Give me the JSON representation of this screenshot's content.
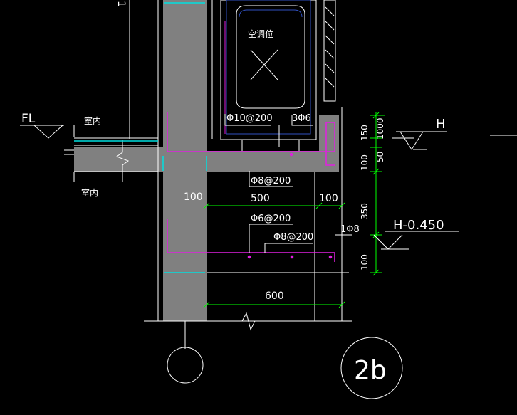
{
  "colors": {
    "background": "#000000",
    "line": "#ffffff",
    "concrete": "#808080",
    "rebar": "#e020e0",
    "dimension": "#00ff00",
    "accent": "#00e0e0",
    "window": "#3050c0",
    "leader_red": "#ff4040"
  },
  "labels": {
    "unit_tag": "空调位",
    "fl": "FL",
    "indoor_top": "室内",
    "indoor_bottom": "室内",
    "h": "H",
    "h_minus": "H-0.450",
    "detail_id": "2b",
    "top_fragment": "1"
  },
  "rebar_callouts": {
    "top_bar": "Φ10@200",
    "edge_bars": "3Φ6",
    "slab_dist": "Φ8@200",
    "lower_dist": "Φ6@200",
    "lower_main": "Φ8@200",
    "corner_bar": "1Φ8"
  },
  "dimensions": {
    "wall": "100",
    "slab_width": "500",
    "edge_width": "100",
    "v150": "150",
    "v1000": "1000",
    "v50": "50",
    "v100a": "100",
    "v350": "350",
    "v100b": "100",
    "total_width": "600"
  }
}
